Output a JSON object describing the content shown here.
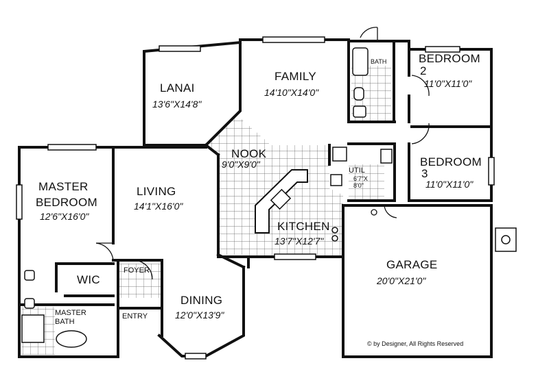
{
  "rooms": {
    "lanai": {
      "name": "LANAI",
      "dims": "13'6\"X14'8\""
    },
    "family": {
      "name": "FAMILY",
      "dims": "14'10\"X14'0\""
    },
    "bath": {
      "name": "BATH"
    },
    "bedroom2": {
      "name": "BEDROOM",
      "num": "2",
      "dims": "11'0\"X11'0\""
    },
    "bedroom3": {
      "name": "BEDROOM",
      "num": "3",
      "dims": "11'0\"X11'0\""
    },
    "nook": {
      "name": "NOOK",
      "dims": "9'0\"X9'0\""
    },
    "util": {
      "name": "UTIL",
      "dims1": "6'7\"X",
      "dims2": "8'0\""
    },
    "master_bedroom": {
      "line1": "MASTER",
      "line2": "BEDROOM",
      "dims": "12'6\"X16'0\""
    },
    "living": {
      "name": "LIVING",
      "dims": "14'1\"X16'0\""
    },
    "kitchen": {
      "name": "KITCHEN",
      "dims": "13'7\"X12'7\""
    },
    "garage": {
      "name": "GARAGE",
      "dims": "20'0\"X21'0\""
    },
    "wic": {
      "name": "WIC"
    },
    "foyer": {
      "name": "FOYER"
    },
    "dining": {
      "name": "DINING",
      "dims": "12'0\"X13'9\""
    },
    "entry": {
      "name": "ENTRY"
    },
    "master_bath": {
      "line1": "MASTER",
      "line2": "BATH"
    }
  },
  "copyright": "© by Designer, All Rights Reserved"
}
